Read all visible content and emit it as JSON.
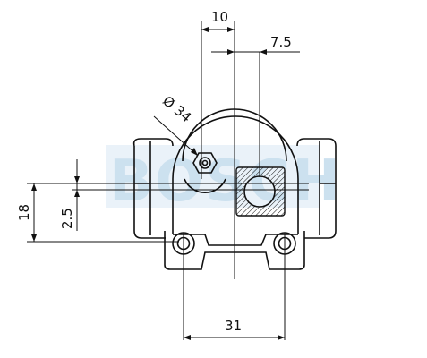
{
  "drawing": {
    "dimensions": {
      "top_spacing": "10",
      "top_offset": "7.5",
      "bore_diameter": "Ø 34",
      "overall_height": "18",
      "vertical_offset": "2.5",
      "mount_spacing": "31"
    },
    "watermark": {
      "text": "BOSCH",
      "color": "#bcd7ea"
    },
    "colors": {
      "line": "#111111",
      "background": "#ffffff"
    }
  }
}
